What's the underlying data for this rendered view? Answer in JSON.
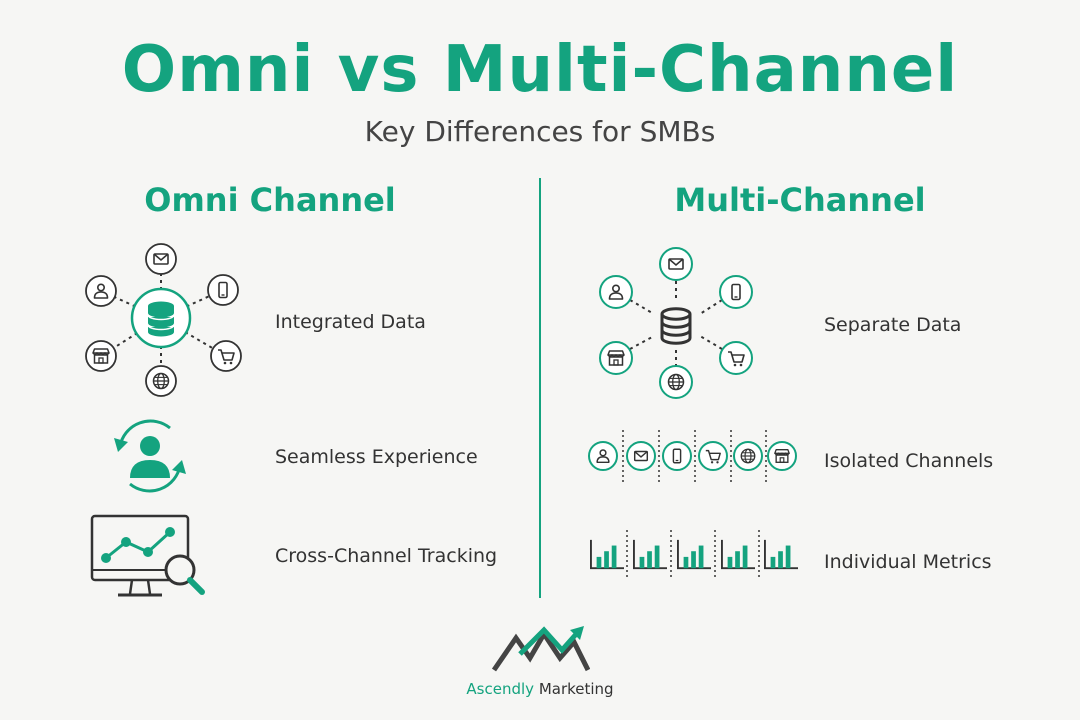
{
  "header": {
    "title": "Omni vs Multi-Channel",
    "subtitle": "Key Differences for SMBs"
  },
  "colors": {
    "accent": "#14a37f",
    "text": "#333333",
    "background": "#f6f6f4"
  },
  "omni": {
    "title": "Omni Channel",
    "rows": [
      {
        "label": "Integrated Data",
        "icon": "connected-hub-icon"
      },
      {
        "label": "Seamless Experience",
        "icon": "user-cycle-icon"
      },
      {
        "label": "Cross-Channel Tracking",
        "icon": "monitor-analytics-icon"
      }
    ]
  },
  "multi": {
    "title": "Multi-Channel",
    "rows": [
      {
        "label": "Separate Data",
        "icon": "disconnected-hub-icon"
      },
      {
        "label": "Isolated Channels",
        "icon": "separated-channels-icon"
      },
      {
        "label": "Individual Metrics",
        "icon": "separate-bar-charts-icon"
      }
    ]
  },
  "brand": {
    "name_part1": "Ascendly",
    "name_part2": "Marketing"
  }
}
